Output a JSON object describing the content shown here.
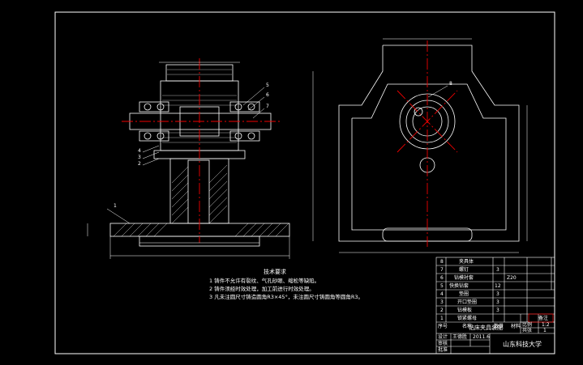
{
  "notes": {
    "title": "技术要求",
    "items": [
      "1 铸件不允许有裂纹、气孔砂眼、缩松等缺陷。",
      "2 铸件须经时效处理，加工前进行时效处理。",
      "3 凡未注圆尺寸铸造圆角R3×45°，未注圆尺寸铸圆角等圆角R3。"
    ]
  },
  "parts_table": {
    "rows": [
      {
        "no": "8",
        "name": "夹具体",
        "qty": "",
        "material": ""
      },
      {
        "no": "7",
        "name": "螺钉",
        "qty": "3",
        "material": ""
      },
      {
        "no": "6",
        "name": "钻模衬套",
        "qty": "",
        "material": "Z20"
      },
      {
        "no": "5",
        "name": "快换钻套",
        "qty": "12",
        "material": ""
      },
      {
        "no": "4",
        "name": "垫圈",
        "qty": "3",
        "material": ""
      },
      {
        "no": "3",
        "name": "开口垫圈",
        "qty": "3",
        "material": ""
      },
      {
        "no": "2",
        "name": "钻模板",
        "qty": "3",
        "material": ""
      },
      {
        "no": "1",
        "name": "锁紧螺母",
        "qty": "",
        "material": ""
      }
    ],
    "header": {
      "no": "序号",
      "name": "名称",
      "qty": "数量",
      "material": "材料",
      "remark": "备注"
    }
  },
  "title_block": {
    "drawing_name": "钻床夹具装配",
    "scale_label": "比例",
    "scale_value": "1:2",
    "sheet_label": "共张",
    "sheet_value": "1",
    "designer_label": "设计",
    "reviewer_label": "审核",
    "approve_label": "批准",
    "designer_name": "王德胜",
    "date": "2011.6",
    "school": "山东科技大学"
  },
  "leaders": {
    "left": [
      "5",
      "6",
      "7",
      "4",
      "3",
      "2",
      "1"
    ],
    "right": [
      "8"
    ]
  }
}
